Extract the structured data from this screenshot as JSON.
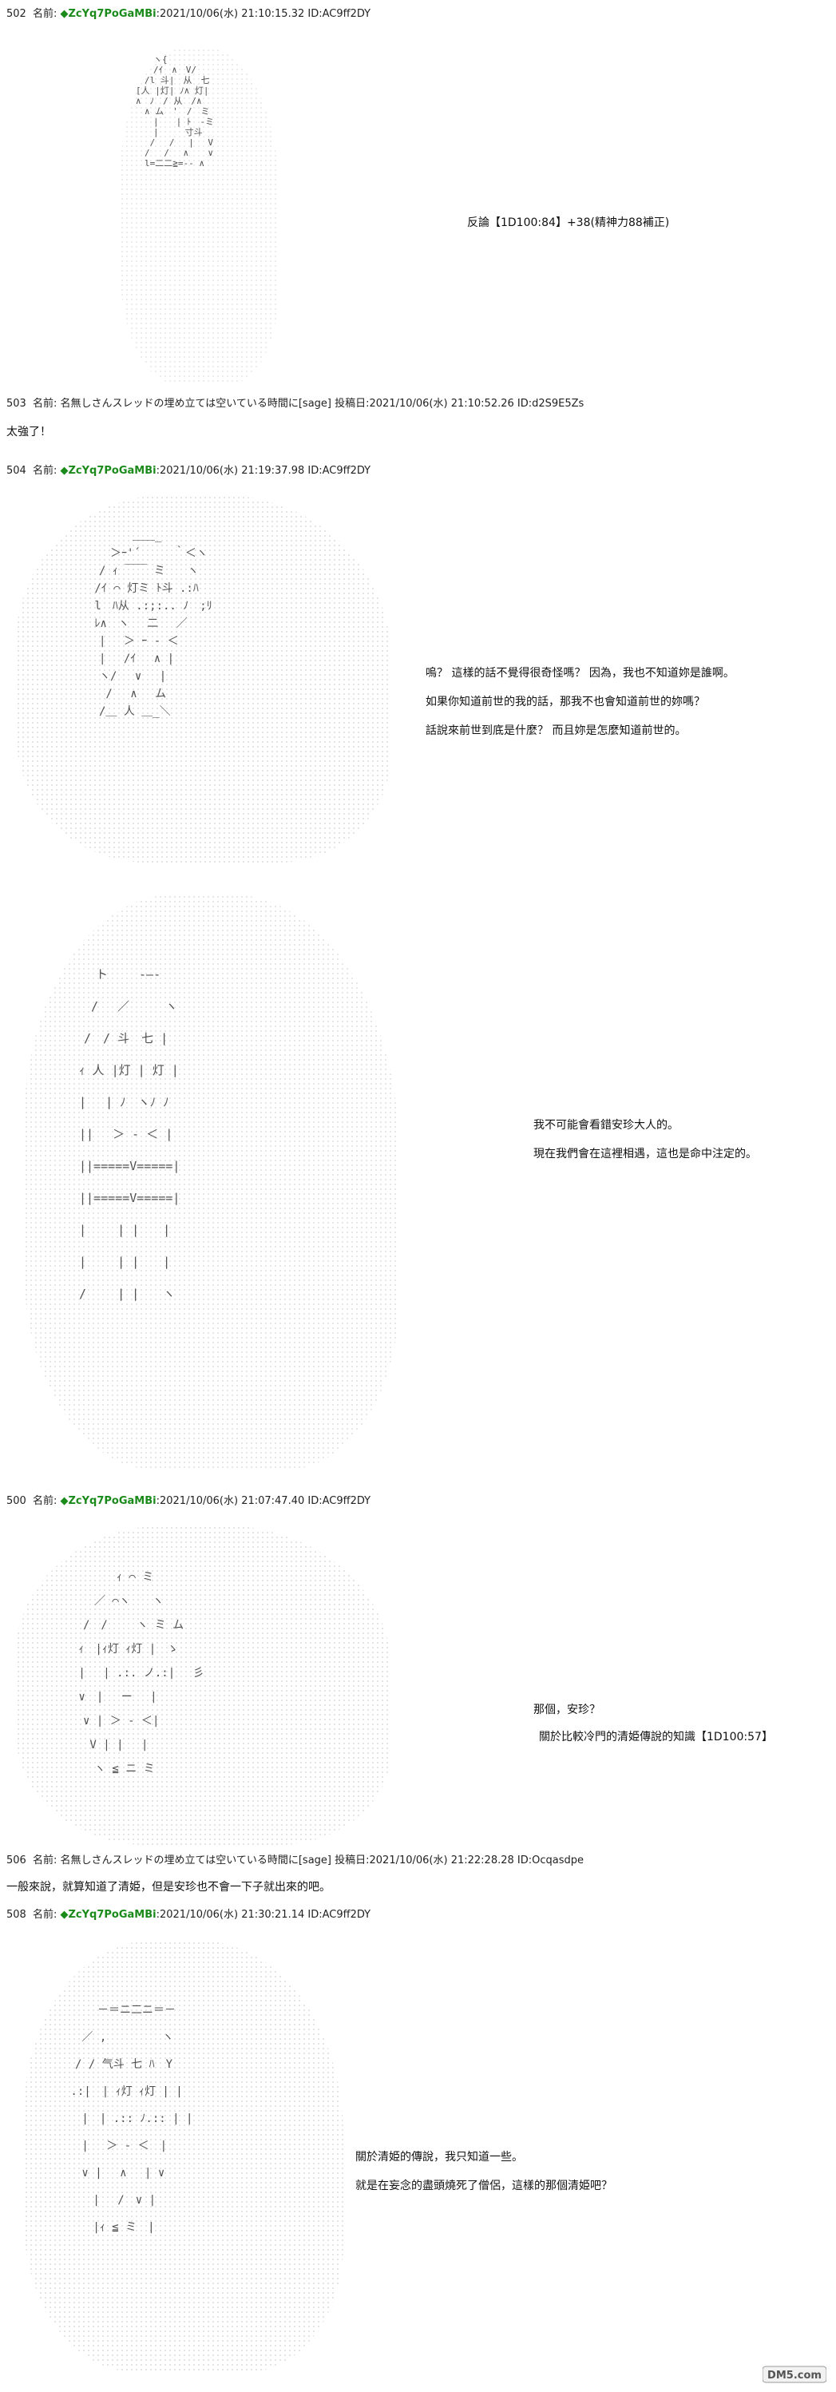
{
  "posts": [
    {
      "header": {
        "number": "502",
        "name_label": "名前:",
        "diamond": "◆",
        "trip": "ZcYq7PoGaMBi",
        "meta": ":2021/10/06(水) 21:10:15.32 ID:AC9ff2DY"
      },
      "lines": [
        "反論【1D100:84】+38(精神力88補正)"
      ]
    },
    {
      "header": {
        "number": "503",
        "name_label": "名前:",
        "poster": "名無しさんスレッドの埋め立ては空いている時間に[sage]",
        "meta": "投稿日:2021/10/06(水) 21:10:52.26 ID:d2S9E5Zs"
      },
      "lines": [
        "太強了！"
      ]
    },
    {
      "header": {
        "number": "504",
        "name_label": "名前:",
        "diamond": "◆",
        "trip": "ZcYq7PoGaMBi",
        "meta": ":2021/10/06(水) 21:19:37.98 ID:AC9ff2DY"
      },
      "lines": [
        "嗚？ 這樣的話不覺得很奇怪嗎？ 因為，我也不知道妳是誰啊。",
        "如果你知道前世的我的話，那我不也會知道前世的妳嗎？",
        "話說來前世到底是什麼？ 而且妳是怎麼知道前世的。"
      ]
    },
    {
      "header": null,
      "lines": [
        "我不可能會看錯安珍大人的。",
        "現在我們會在這裡相遇，這也是命中注定的。"
      ]
    },
    {
      "header": {
        "number": "500",
        "name_label": "名前:",
        "diamond": "◆",
        "trip": "ZcYq7PoGaMBi",
        "meta": ":2021/10/06(水) 21:07:47.40 ID:AC9ff2DY"
      },
      "lines": [
        "那個，安珍？",
        "關於比較冷門的清姫傳說的知識【1D100:57】"
      ]
    },
    {
      "header": {
        "number": "506",
        "name_label": "名前:",
        "poster": "名無しさんスレッドの埋め立ては空いている時間に[sage]",
        "meta": "投稿日:2021/10/06(水) 21:22:28.28 ID:Ocqasdpe"
      },
      "lines": [
        "一般來說，就算知道了清姫，但是安珍也不會一下子就出來的吧。"
      ]
    },
    {
      "header": {
        "number": "508",
        "name_label": "名前:",
        "diamond": "◆",
        "trip": "ZcYq7PoGaMBi",
        "meta": ":2021/10/06(水) 21:30:21.14 ID:AC9ff2DY"
      },
      "lines": [
        "關於清姫的傳說，我只知道一些。",
        "就是在妄念的盡頭燒死了僧侶，這樣的那個清姫吧？"
      ]
    }
  ],
  "ascii_art": [
    "　　ヽ{\n　　/ｲ　∧　V/\n　/l 斗|　从　七\n[人 |灯| ﾉ∧ 灯|\n∧　ﾉ　/ 从　/∧\n　∧ ム　'　/　ミ\n　　|　　| ﾄ　-ミ\n　　|　　　寸斗\n　 /　 /　 |　 V\n　/ 　/　 ∧ 　 ∨\n　l=二二≧=-‐ ∧",
    "　　　　＿＿_\n　　＞ｰ'´　　　｀＜ヽ\n　/ ｨ ￣￣ ミ　　ヽ\n /ｲ ⌒ 灯ミ ﾄ斗 .:ﾊ\n l　ﾊ从 .:;:.. ﾉ　;ﾘ\n ﾚ∧　ヽ　 二　 ／\n　|　 ＞ ｰ ‐ ＜\n　|　 /ｲ　 ∧ |\n　ヽ/　 ∨　 |\n　 /　 ∧　 ム\n　/＿ 人 ＿_＼",
    "　　ト　　 -―-\n　 /　 ／　　　ヽ\n　/　/ 斗　七 |\n ｨ 人 |灯 | 灯 |\n |　 | ﾉ　ヽﾉ ﾉ\n ||　 ＞ - ＜ |\n ||=====V=====|\n ||=====V=====|\n |　　 | |　　|\n |　　 | |　　|\n /　　 | |　　ヽ",
    "　　　　ｨ ⌒ ミ\n　　／ ⌒ヽ　　ヽ\n　/　/　　 ヽ ミ ム\n ｨ　|ｨ灯 ｨ灯 |　ゝ\n |　 | .:. ノ.:|　 彡\n ∨　|　 ー　 |\n　∨ | ＞ - ＜|\n　 V | |　 |　\n　　ヽ ≦ ニ ミ",
    "　　　－＝ニ二ニ＝－\n　 ／ ,　　　　　ヽ\n　/ / 气斗 七 ﾊ　Y\n .:|　| ｨ灯 ｨ灯 | |\n　 |　| .:: ﾉ.:: | |\n　 |　 ＞ ‐ ＜　|\n　 ∨ | 　∧　 | ∨\n　　 | 　/　∨ |\n　　 |ｨ ≦ ミ　|"
  ],
  "watermark": "DM5.com"
}
